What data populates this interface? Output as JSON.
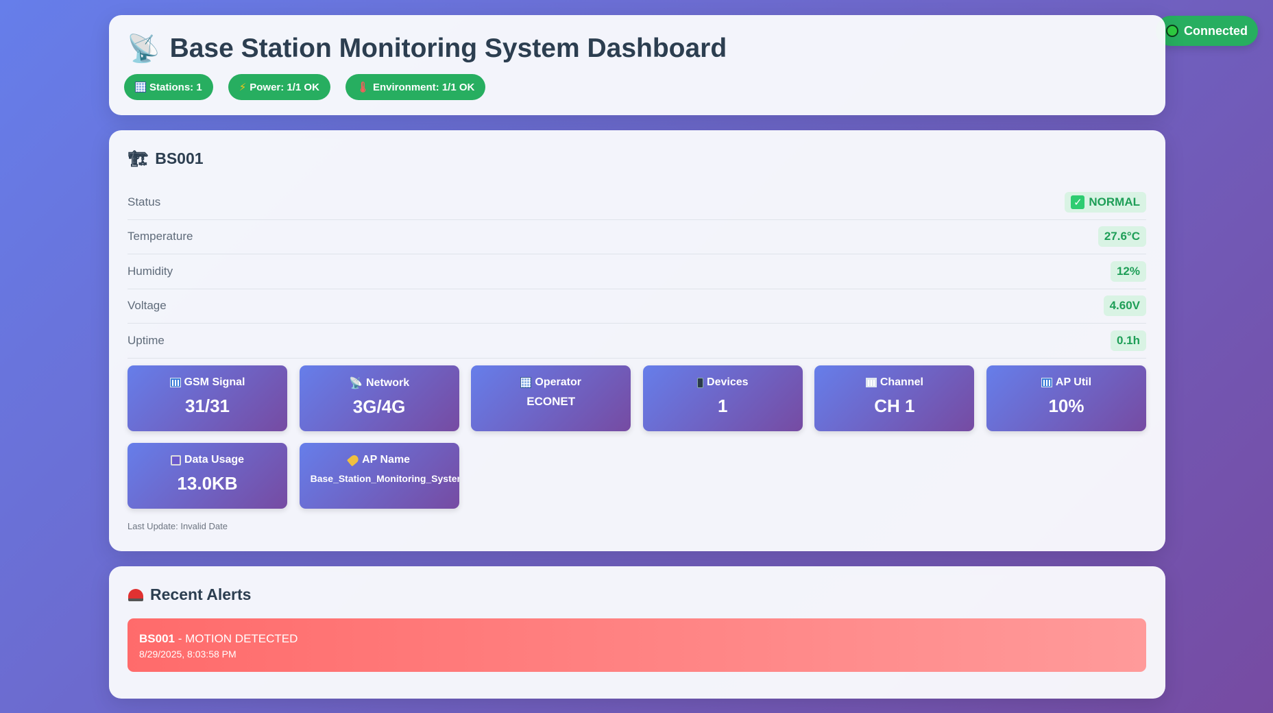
{
  "connection": {
    "label": "Connected"
  },
  "header": {
    "title": "Base Station Monitoring System Dashboard",
    "pills": [
      {
        "label": "Stations: 1"
      },
      {
        "label": "Power: 1/1 OK"
      },
      {
        "label": "Environment: 1/1 OK"
      }
    ]
  },
  "station": {
    "name": "BS001",
    "rows": [
      {
        "label": "Status",
        "value": "NORMAL"
      },
      {
        "label": "Temperature",
        "value": "27.6°C"
      },
      {
        "label": "Humidity",
        "value": "12%"
      },
      {
        "label": "Voltage",
        "value": "4.60V"
      },
      {
        "label": "Uptime",
        "value": "0.1h"
      }
    ],
    "tiles": [
      {
        "label": "GSM Signal",
        "value": "31/31",
        "icon": "signal-bars-icon"
      },
      {
        "label": "Network",
        "value": "3G/4G",
        "icon": "satellite-dish-icon"
      },
      {
        "label": "Operator",
        "value": "ECONET",
        "icon": "building-icon"
      },
      {
        "label": "Devices",
        "value": "1",
        "icon": "mobile-phone-icon"
      },
      {
        "label": "Channel",
        "value": "CH 1",
        "icon": "bar-chart-icon"
      },
      {
        "label": "AP Util",
        "value": "10%",
        "icon": "signal-bars-icon"
      },
      {
        "label": "Data Usage",
        "value": "13.0KB",
        "icon": "floppy-disk-icon"
      },
      {
        "label": "AP Name",
        "value": "Base_Station_Monitoring_System",
        "icon": "tag-icon"
      }
    ],
    "last_update": "Last Update: Invalid Date"
  },
  "alerts": {
    "title": "Recent Alerts",
    "items": [
      {
        "station": "BS001",
        "separator": " - ",
        "message": "MOTION DETECTED",
        "time": "8/29/2025, 8:03:58 PM"
      }
    ]
  },
  "colors": {
    "accent_green": "#27ae60",
    "gradient_start": "#667eea",
    "gradient_end": "#764ba2",
    "alert_red": "#ff6b6b"
  }
}
